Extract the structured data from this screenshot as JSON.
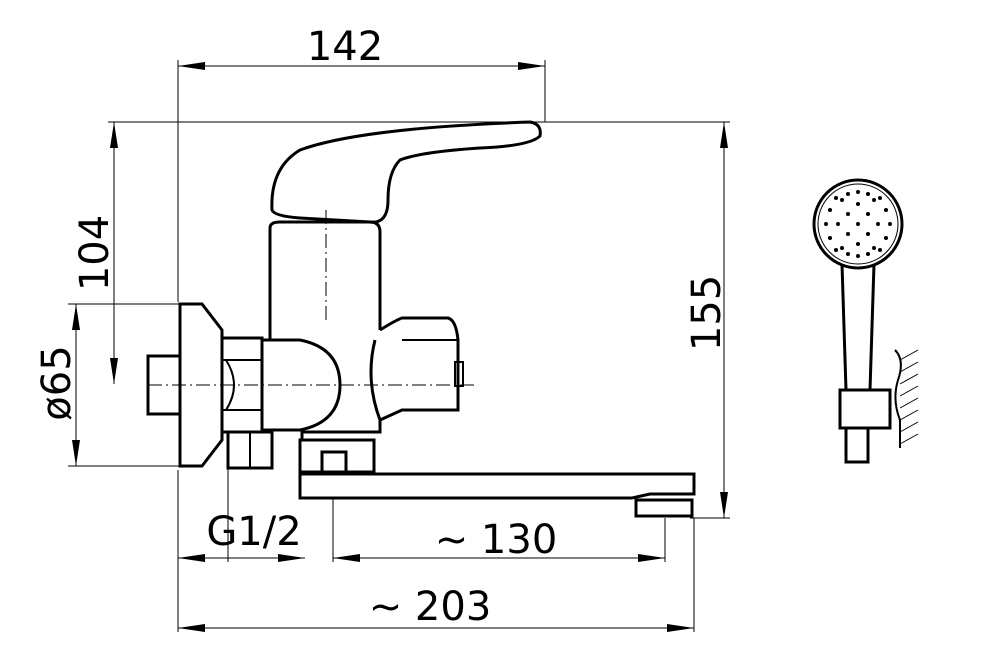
{
  "dimensions": {
    "top_width": "142",
    "height_handle": "104",
    "diameter": "ø65",
    "total_height": "155",
    "thread": "G1/2",
    "spout_length": "~ 130",
    "total_length": "~ 203"
  }
}
